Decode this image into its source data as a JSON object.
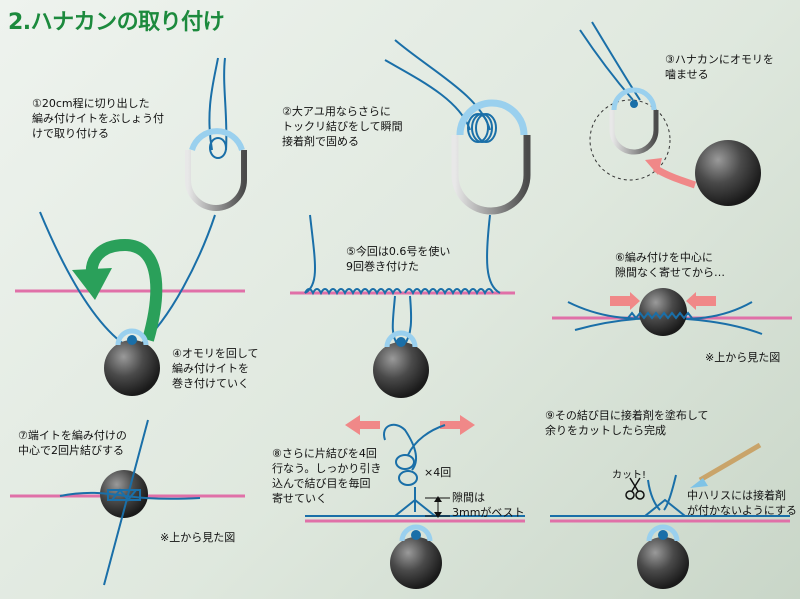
{
  "title": "2.ハナカンの取り付け",
  "steps": {
    "s1": "①20cm程に切り出した\n編み付けイトをぶしょう付\nけで取り付ける",
    "s2": "②大アユ用ならさらに\nトックリ結びをして瞬間\n接着剤で固める",
    "s3": "③ハナカンにオモリを\n噛ませる",
    "s4": "④オモリを回して\n編み付けイトを\n巻き付けていく",
    "s5": "⑤今回は0.6号を使い\n9回巻き付けた",
    "s6": "⑥編み付けを中心に\n隙間なく寄せてから…",
    "s7": "⑦端イトを編み付けの\n中心で2回片結びする",
    "s8": "⑧さらに片結びを4回\n行なう。しっかり引き\n込んで結び目を毎回\n寄せていく",
    "s9": "⑨その結び目に接着剤を塗布して\n余りをカットしたら完成"
  },
  "notes": {
    "top_view_1": "※上から見た図",
    "top_view_2": "※上から見た図",
    "times4": "×4回",
    "gap": "隙間は\n3mmがベスト",
    "cut": "カット!",
    "glue_note": "中ハリスには接着剤\nが付かないようにする"
  },
  "colors": {
    "title": "#1c8a3d",
    "line": "#1a6fa8",
    "pink": "#e070a8",
    "arrow_green": "#2aa05a",
    "arrow_pink": "#f08888"
  }
}
